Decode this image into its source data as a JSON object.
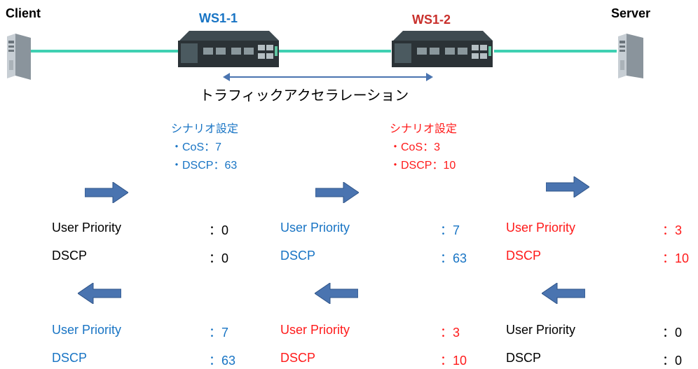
{
  "colors": {
    "blue": "#1874c4",
    "red": "#ff1a1a",
    "link": "#3fd0b2",
    "arrow": "#4a74b0"
  },
  "nodes": {
    "client": "Client",
    "ws1": "WS1-1",
    "ws2": "WS1-2",
    "server": "Server"
  },
  "accel_label": "トラフィックアクセラレーション",
  "scenario_ws1": {
    "title": "シナリオ設定",
    "cos": "・CoS：7",
    "dscp": "・DSCP：63"
  },
  "scenario_ws2": {
    "title": "シナリオ設定",
    "cos": "・CoS：3",
    "dscp": "・DSCP：10"
  },
  "forward": {
    "client": {
      "up_label": "User Priority",
      "up_value": "：0",
      "dscp_label": "DSCP",
      "dscp_value": "：0"
    },
    "mid": {
      "up_label": "User Priority",
      "up_value": "：7",
      "dscp_label": "DSCP",
      "dscp_value": "：63"
    },
    "server": {
      "up_label": "User Priority",
      "up_value": "：3",
      "dscp_label": "DSCP",
      "dscp_value": "：10"
    }
  },
  "reverse": {
    "client": {
      "up_label": "User Priority",
      "up_value": "：7",
      "dscp_label": "DSCP",
      "dscp_value": "：63"
    },
    "mid": {
      "up_label": "User Priority",
      "up_value": "：3",
      "dscp_label": "DSCP",
      "dscp_value": "：10"
    },
    "server": {
      "up_label": "User Priority",
      "up_value": "：0",
      "dscp_label": "DSCP",
      "dscp_value": "：0"
    }
  }
}
